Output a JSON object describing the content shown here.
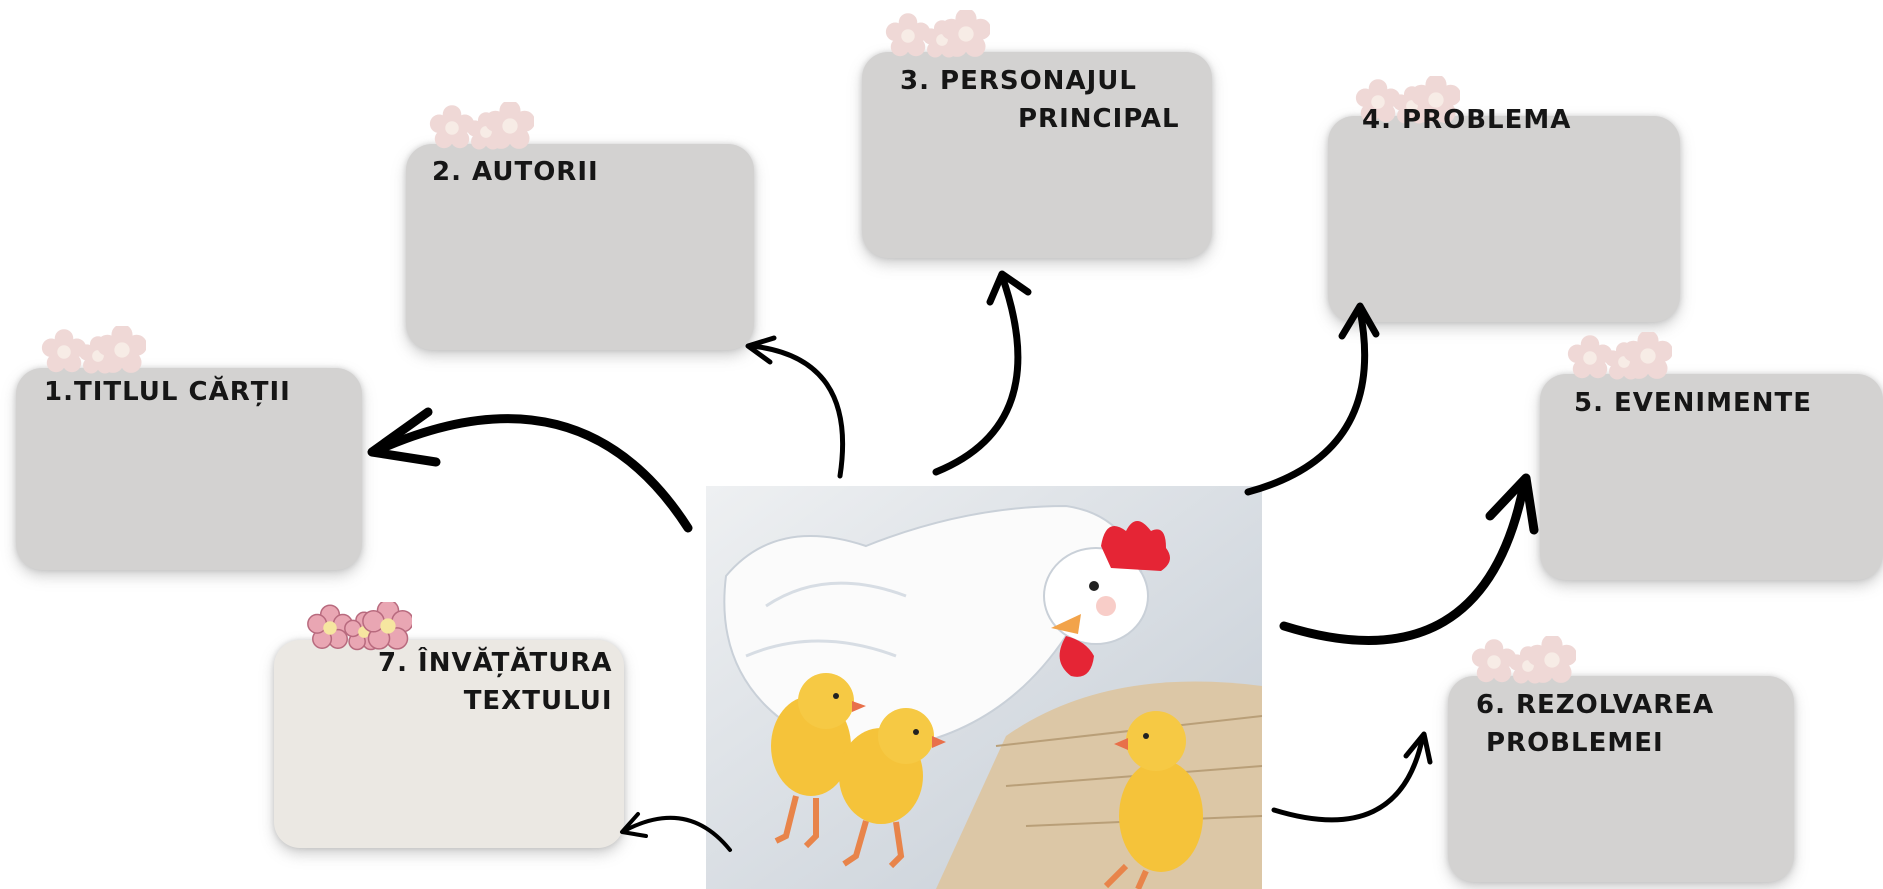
{
  "boxes": [
    {
      "id": "titlu",
      "lines": [
        "1.TITLUL CĂRȚII"
      ]
    },
    {
      "id": "autorii",
      "lines": [
        "2. AUTORII"
      ]
    },
    {
      "id": "personaj",
      "lines": [
        "3. PERSONAJUL",
        "PRINCIPAL"
      ]
    },
    {
      "id": "problema",
      "lines": [
        "4. PROBLEMA"
      ]
    },
    {
      "id": "evenimente",
      "lines": [
        "5. EVENIMENTE"
      ]
    },
    {
      "id": "rezolvare",
      "lines": [
        "6. REZOLVAREA",
        "PROBLEMEI"
      ]
    },
    {
      "id": "invatatura",
      "lines": [
        "7. ÎNVĂȚĂTURA",
        "TEXTULUI"
      ]
    }
  ],
  "colors": {
    "box_fill": "#d3d2d1",
    "box_fill_highlight": "#ebe8e3",
    "arrow": "#000000",
    "flower_faded": "#efd8d6",
    "flower_pink": "#e9a6b3",
    "hen_comb": "#e52535",
    "chick": "#f5c33a"
  },
  "icons": [
    "flower-decoration-icon",
    "hen-and-chicks-illustration"
  ]
}
